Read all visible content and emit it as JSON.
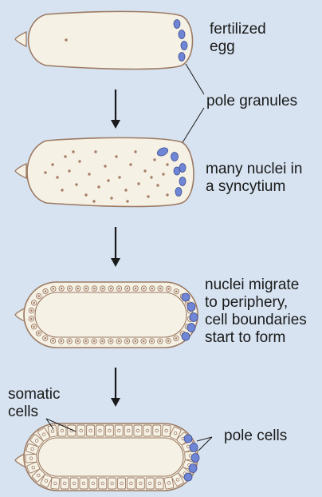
{
  "labels": {
    "fertilized": [
      "fertilized",
      "egg"
    ],
    "pole_granules": "pole granules",
    "many_nuclei": [
      "many nuclei in",
      "a syncytium"
    ],
    "migrate": [
      "nuclei migrate",
      "to periphery,",
      "cell boundaries",
      "start to form"
    ],
    "somatic": [
      "somatic",
      "cells"
    ],
    "pole_cells": "pole cells"
  },
  "colors": {
    "background": "#d7e3f1",
    "egg_fill": "#f5f1e4",
    "egg_outline": "#9c7a64",
    "yolk_dot": "#a77e68",
    "pole": "#6f85d6",
    "arrow": "#1a1a1a"
  }
}
